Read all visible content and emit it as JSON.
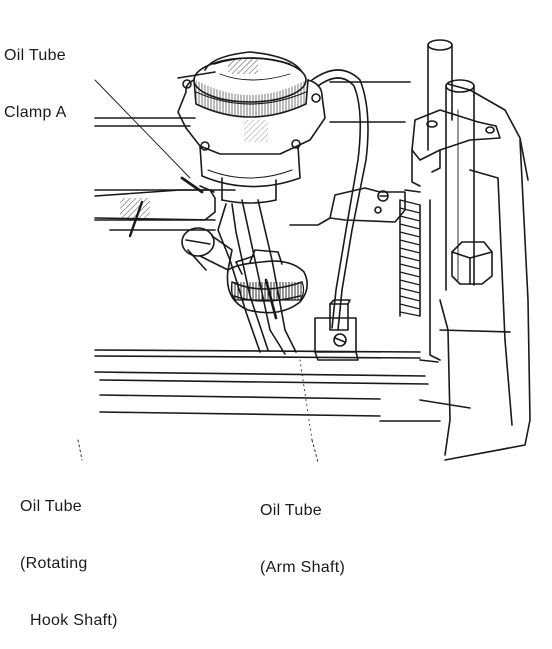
{
  "labels": {
    "clamp_a": {
      "line1": "Oil Tube",
      "line2": "Clamp A"
    },
    "rotating_hook": {
      "line1": "Oil Tube",
      "line2": "(Rotating",
      "line3": "Hook Shaft)"
    },
    "arm_shaft": {
      "line1": "Oil Tube",
      "line2": "(Arm Shaft)"
    }
  },
  "colors": {
    "ink": "#1a1a1a",
    "paper": "#ffffff",
    "shade": "#6b6b6b"
  }
}
